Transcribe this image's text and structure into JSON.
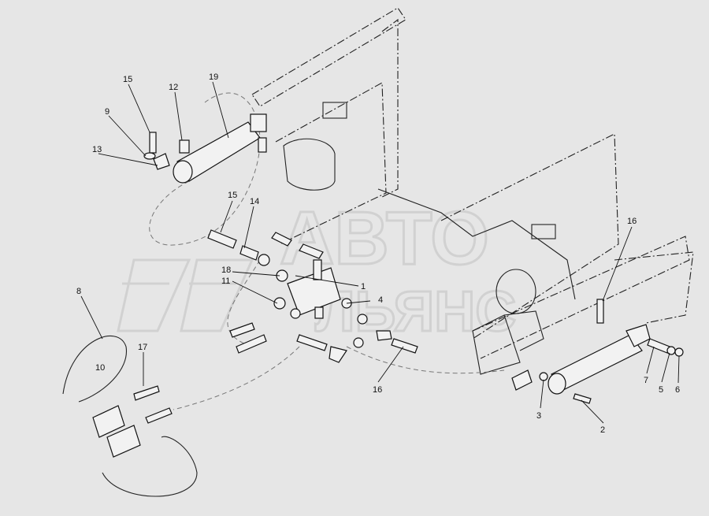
{
  "diagram": {
    "callouts": [
      {
        "id": "c15a",
        "label": "15"
      },
      {
        "id": "c12",
        "label": "12"
      },
      {
        "id": "c19",
        "label": "19"
      },
      {
        "id": "c9",
        "label": "9"
      },
      {
        "id": "c13",
        "label": "13"
      },
      {
        "id": "c15b",
        "label": "15"
      },
      {
        "id": "c14",
        "label": "14"
      },
      {
        "id": "c18",
        "label": "18"
      },
      {
        "id": "c11",
        "label": "11"
      },
      {
        "id": "c1",
        "label": "1"
      },
      {
        "id": "c4",
        "label": "4"
      },
      {
        "id": "c8",
        "label": "8"
      },
      {
        "id": "c17",
        "label": "17"
      },
      {
        "id": "c10",
        "label": "10"
      },
      {
        "id": "c16a",
        "label": "16"
      },
      {
        "id": "c16b",
        "label": "16"
      },
      {
        "id": "c3",
        "label": "3"
      },
      {
        "id": "c2",
        "label": "2"
      },
      {
        "id": "c7",
        "label": "7"
      },
      {
        "id": "c5",
        "label": "5"
      },
      {
        "id": "c6",
        "label": "6"
      }
    ]
  },
  "watermark": {
    "line1": "АВТО",
    "line2": "ЛЬЯНС"
  }
}
